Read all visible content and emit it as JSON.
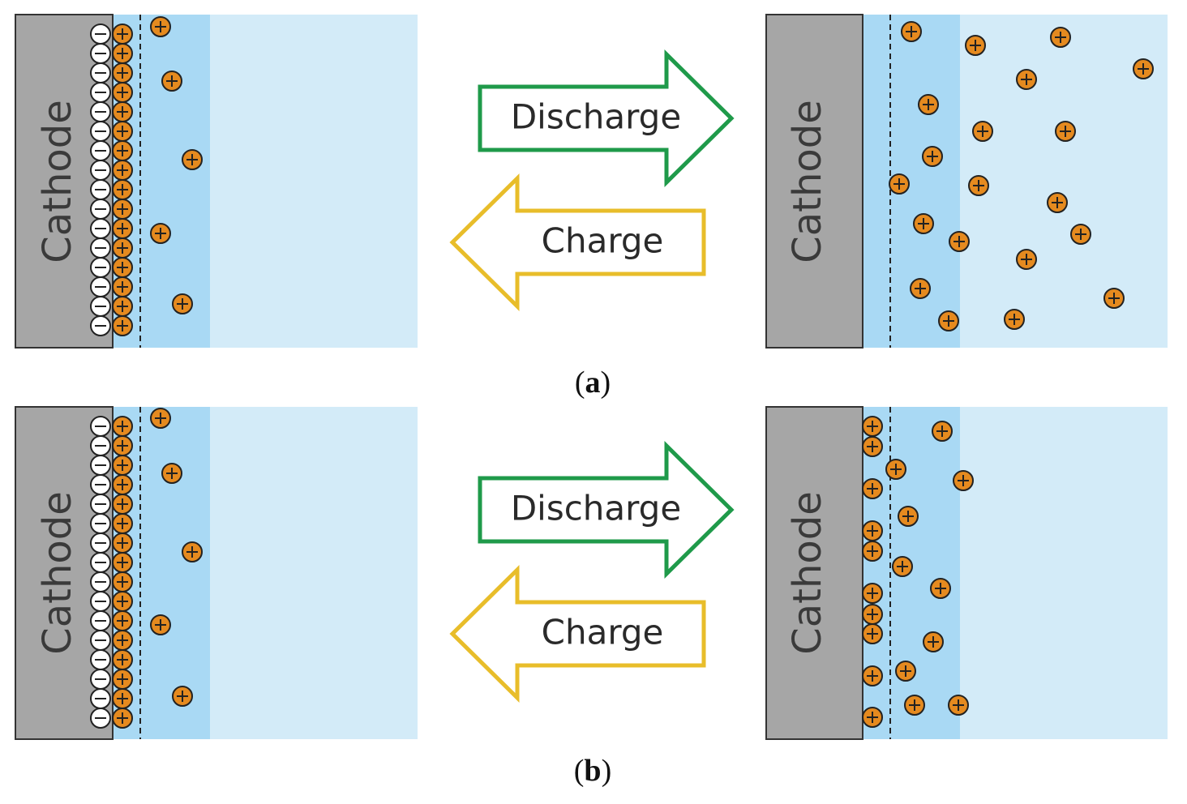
{
  "electrode_label": "Cathode",
  "arrows": {
    "discharge": "Discharge",
    "charge": "Charge"
  },
  "panels": [
    {
      "label_open": "(",
      "label": "a",
      "label_close": ")"
    },
    {
      "label_open": "(",
      "label": "b",
      "label_close": ")"
    }
  ],
  "colors": {
    "electrode": "#a6a6a6",
    "stern_layer": "#a9d9f4",
    "bulk_electrolyte": "#d3ebf8",
    "cation": "#e58a1f",
    "anion": "#ffffff",
    "discharge_arrow": "#1f9a4a",
    "charge_arrow": "#e8bd2a"
  },
  "icons": {
    "cation": "plus-circle-icon",
    "anion": "minus-circle-icon"
  }
}
